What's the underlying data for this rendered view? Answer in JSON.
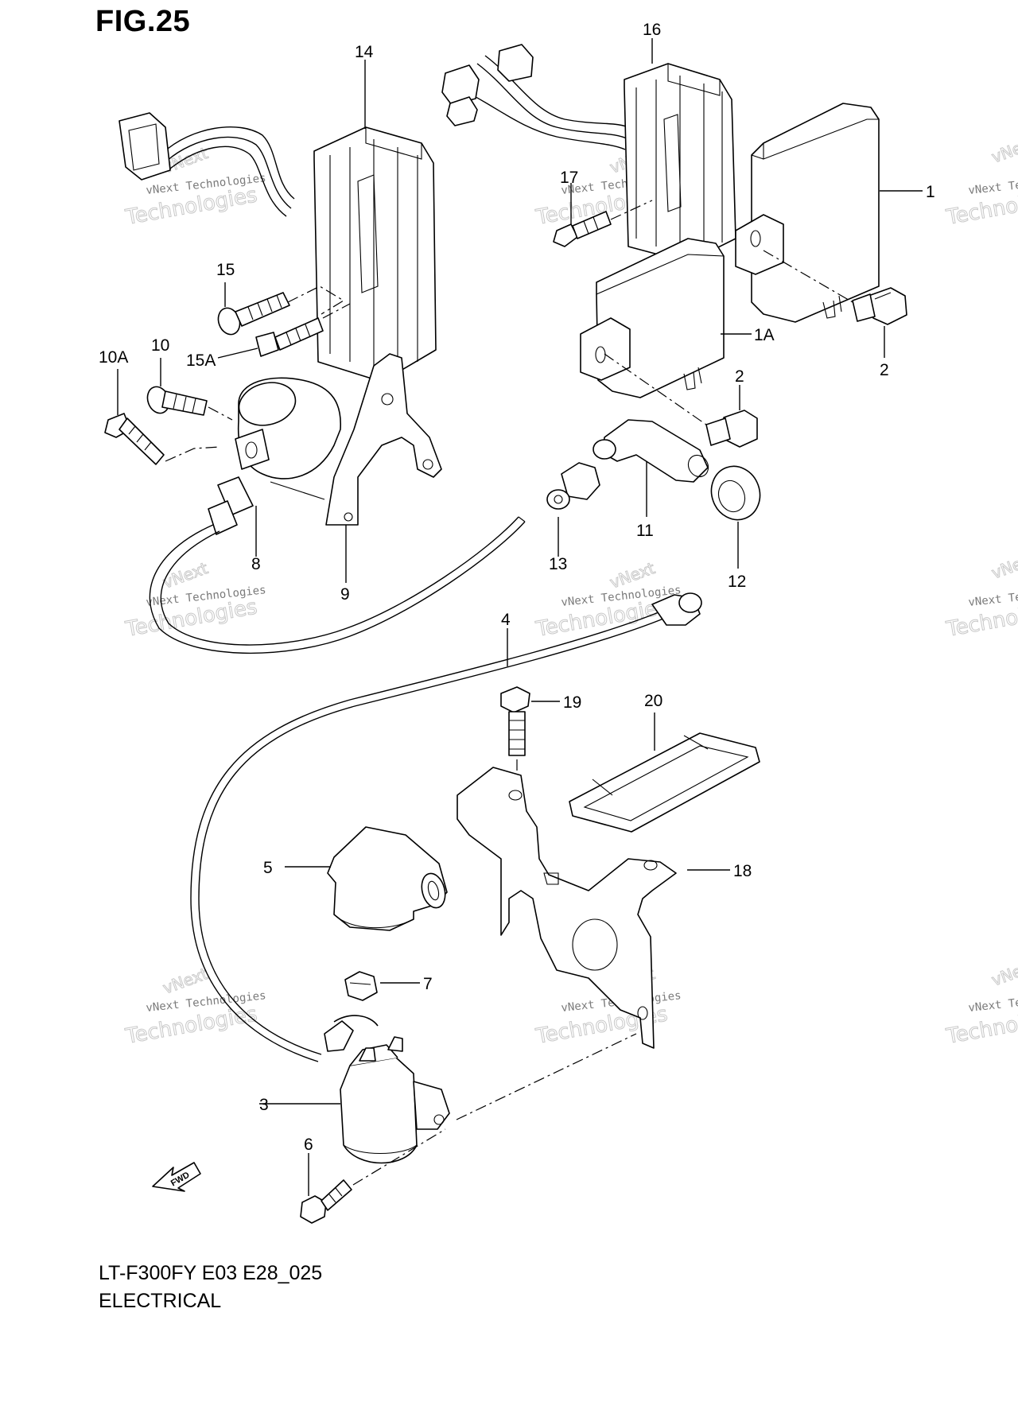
{
  "figure": {
    "title": "FIG.25",
    "model_code": "LT-F300FY E03 E28_025",
    "section": "ELECTRICAL",
    "direction_label": "FWD"
  },
  "watermark": {
    "line1": "vNext Technologies",
    "line2": "Technologies",
    "top": "vNext"
  },
  "callouts": [
    {
      "id": "c1",
      "label": "1"
    },
    {
      "id": "c1a",
      "label": "1A"
    },
    {
      "id": "c2a",
      "label": "2"
    },
    {
      "id": "c2b",
      "label": "2"
    },
    {
      "id": "c3",
      "label": "3"
    },
    {
      "id": "c4",
      "label": "4"
    },
    {
      "id": "c5",
      "label": "5"
    },
    {
      "id": "c6",
      "label": "6"
    },
    {
      "id": "c7",
      "label": "7"
    },
    {
      "id": "c8",
      "label": "8"
    },
    {
      "id": "c9",
      "label": "9"
    },
    {
      "id": "c10",
      "label": "10"
    },
    {
      "id": "c10a",
      "label": "10A"
    },
    {
      "id": "c11",
      "label": "11"
    },
    {
      "id": "c12",
      "label": "12"
    },
    {
      "id": "c13",
      "label": "13"
    },
    {
      "id": "c14",
      "label": "14"
    },
    {
      "id": "c15",
      "label": "15"
    },
    {
      "id": "c15a",
      "label": "15A"
    },
    {
      "id": "c16",
      "label": "16"
    },
    {
      "id": "c17",
      "label": "17"
    },
    {
      "id": "c18",
      "label": "18"
    },
    {
      "id": "c19",
      "label": "19"
    },
    {
      "id": "c20",
      "label": "20"
    }
  ]
}
